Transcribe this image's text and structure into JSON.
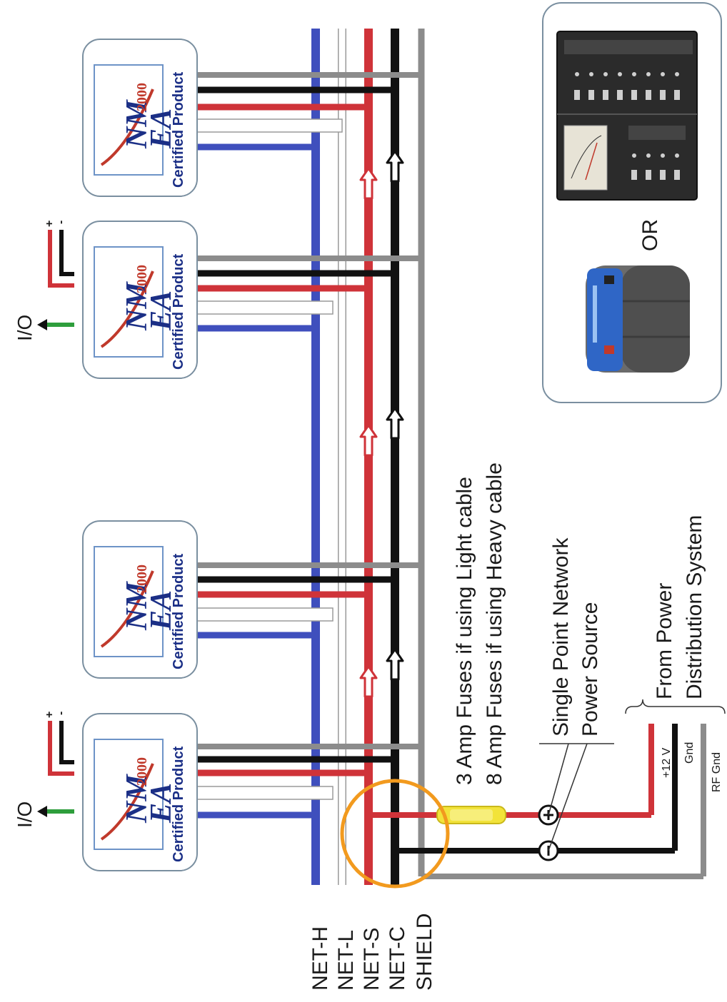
{
  "device": {
    "logo_line1": "NM",
    "logo_line2": "EA",
    "logo_year": "2000",
    "cert_label": "Certified Product",
    "io_label": "I/O",
    "plus": "+",
    "minus": "-"
  },
  "bus": {
    "net_h": "NET-H",
    "net_l": "NET-L",
    "net_s": "NET-S",
    "net_c": "NET-C",
    "shield": "SHIELD"
  },
  "fuse": {
    "line1": "3 Amp Fuses if using Light cable",
    "line2": "8 Amp Fuses if using Heavy  cable"
  },
  "power": {
    "line1": "Single Point Network",
    "line2": "Power Source",
    "plus": "+",
    "minus": "−"
  },
  "distribution": {
    "line1": "From Power",
    "line2": "Distribution System",
    "v12": "+12 V",
    "gnd": "Gnd",
    "rfgnd": "RF Gnd"
  },
  "source_box": {
    "or_label": "OR"
  },
  "colors": {
    "net_h": "#3f4fbd",
    "net_l": "#ffffff",
    "net_s": "#cf3339",
    "net_c": "#111111",
    "shield": "#8c8c8c",
    "io_arrow": "#2e9e3c",
    "fuse": "#f2e33a",
    "highlight": "#f29a1e",
    "cert_text": "#1b2f86"
  },
  "icons": [
    "nmea2000-logo-icon",
    "battery-icon",
    "switch-panel-icon",
    "fuse-icon",
    "io-arrow-icon",
    "up-arrow-icon"
  ]
}
